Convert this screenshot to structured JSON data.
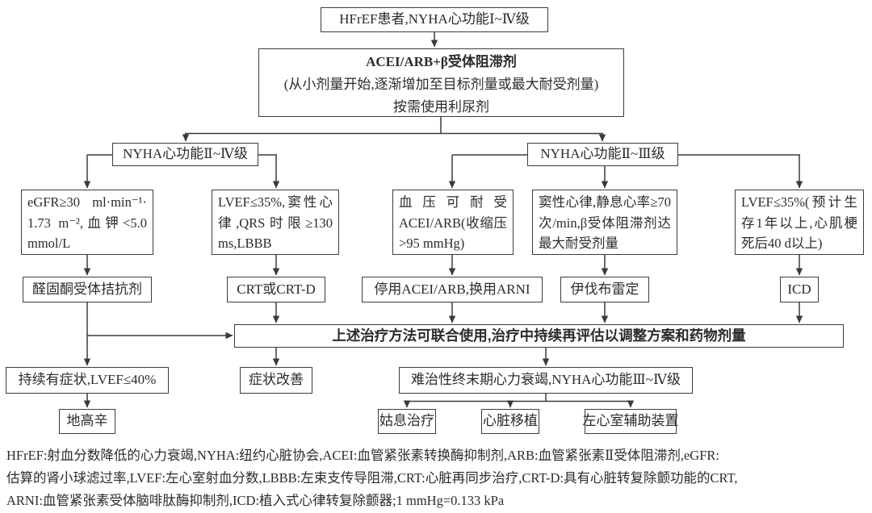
{
  "diagram": {
    "top": "HFrEF患者,NYHA心功能Ⅰ~Ⅳ级",
    "main": {
      "title": "ACEI/ARB+β受体阻滞剂",
      "line2": "(从小剂量开始,逐渐增加至目标剂量或最大耐受剂量)",
      "line3": "按需使用利尿剂"
    },
    "branch_left": "NYHA心功能Ⅱ~Ⅳ级",
    "branch_right": "NYHA心功能Ⅱ~Ⅲ级",
    "conditions": {
      "egfr": "eGFR≥30 ml·min⁻¹· 1.73 m⁻²,血钾<5.0 mmol/L",
      "crt": "LVEF≤35%,窦性心律,QRS时限≥130 ms,LBBB",
      "bp": "血压可耐受ACEI/ARB(收缩压>95 mmHg)",
      "sinus": "窦性心律,静息心率≥70次/min,β受体阻滞剂达最大耐受剂量",
      "icd": "LVEF≤35%(预计生存1年以上,心肌梗死后40 d以上)"
    },
    "treatments": {
      "mra": "醛固酮受体拮抗剂",
      "crt": "CRT或CRT-D",
      "arni": "停用ACEI/ARB,换用ARNI",
      "ivabradine": "伊伐布雷定",
      "icd": "ICD"
    },
    "combine": "上述治疗方法可联合使用,治疗中持续再评估以调整方案和药物剂量",
    "outcomes": {
      "persistent": "持续有症状,LVEF≤40%",
      "improved": "症状改善",
      "refractory": "难治性终末期心力衰竭,NYHA心功能Ⅲ~Ⅳ级"
    },
    "final": {
      "digoxin": "地高辛",
      "palliative": "姑息治疗",
      "transplant": "心脏移植",
      "lvad": "左心室辅助装置"
    },
    "footnote": {
      "line1": "HFrEF:射血分数降低的心力衰竭,NYHA:纽约心脏协会,ACEI:血管紧张素转换酶抑制剂,ARB:血管紧张素Ⅱ受体阻滞剂,eGFR:",
      "line2": "估算的肾小球滤过率,LVEF:左心室射血分数,LBBB:左束支传导阻滞,CRT:心脏再同步治疗,CRT-D:具有心脏转复除颤功能的CRT,",
      "line3": "ARNI:血管紧张素受体脑啡肽酶抑制剂,ICD:植入式心律转复除颤器;1 mmHg=0.133 kPa"
    },
    "colors": {
      "line": "#3a3a3a",
      "text": "#2b2b2b",
      "background": "#ffffff"
    }
  }
}
